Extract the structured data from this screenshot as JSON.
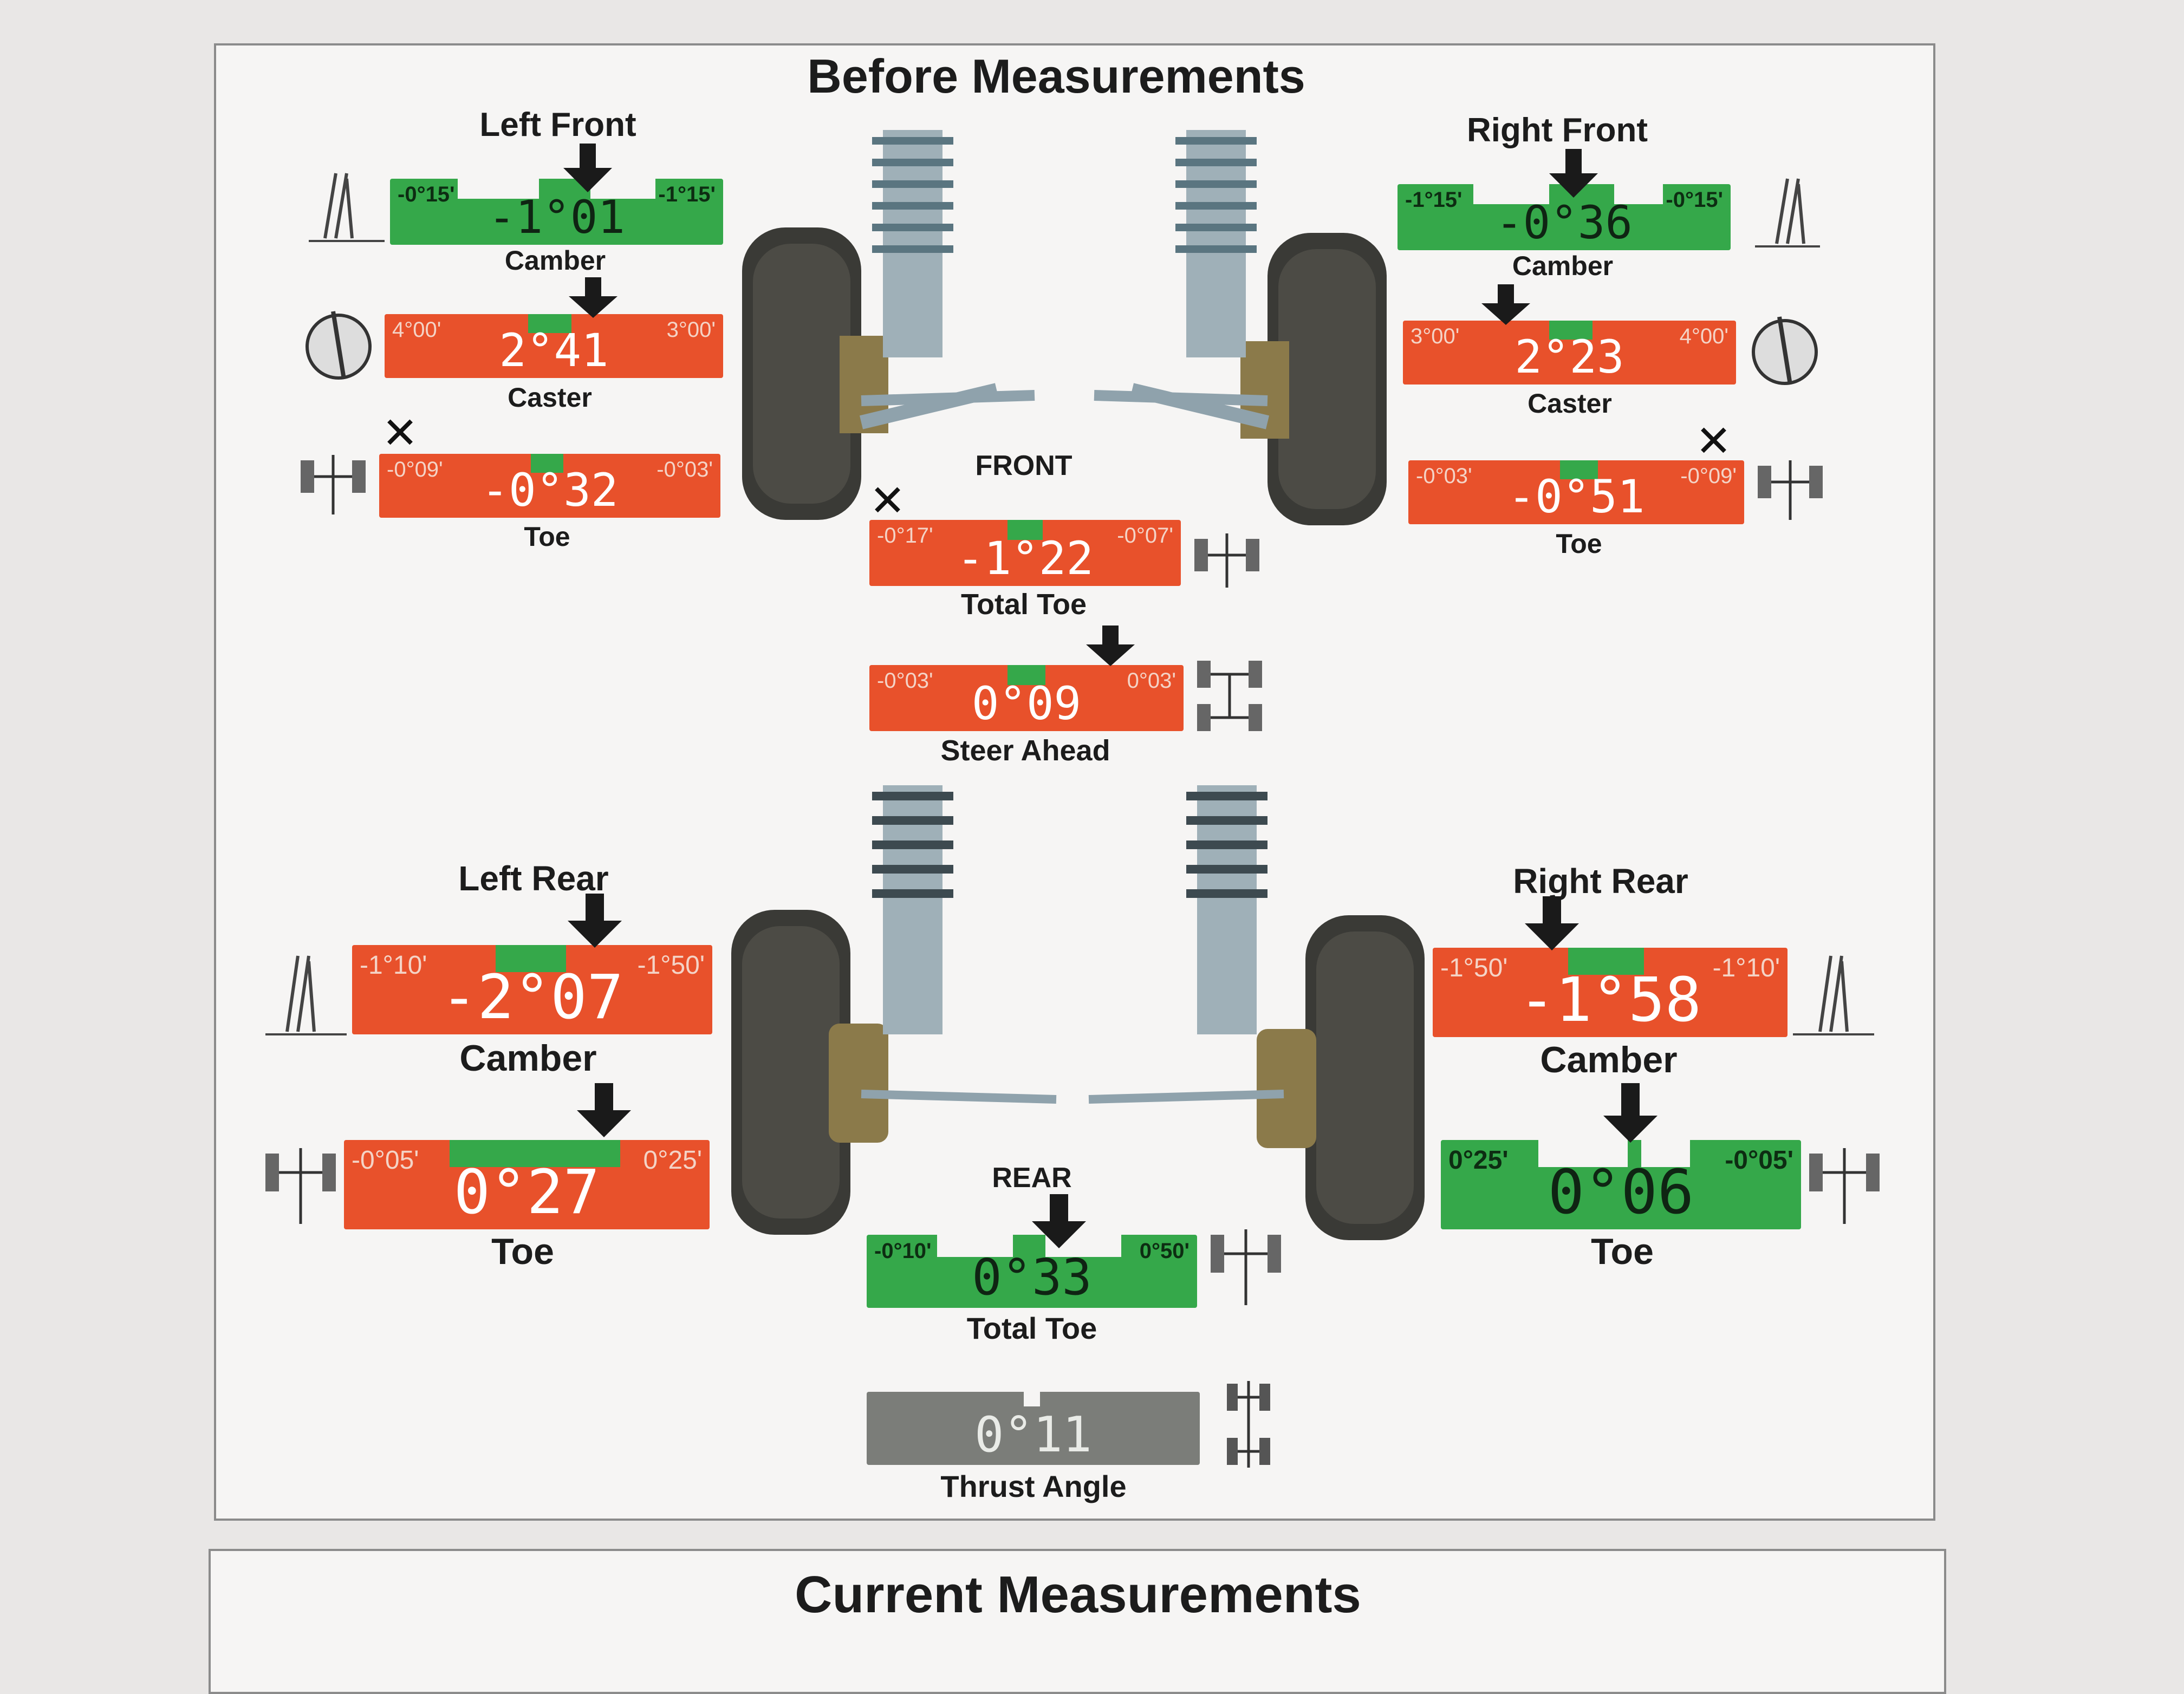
{
  "before": {
    "title": "Before Measurements",
    "left_front": "Left Front",
    "right_front": "Right Front",
    "left_rear": "Left Rear",
    "right_rear": "Right Rear",
    "front": "FRONT",
    "rear": "REAR"
  },
  "current": {
    "title": "Current Measurements"
  },
  "gauges": {
    "lf_camber": {
      "label": "Camber",
      "value": "-1°01",
      "min": "-0°15'",
      "max": "-1°15'",
      "status": "green"
    },
    "lf_caster": {
      "label": "Caster",
      "value": "2°41",
      "min": "4°00'",
      "max": "3°00'",
      "status": "red"
    },
    "lf_toe": {
      "label": "Toe",
      "value": "-0°32",
      "min": "-0°09'",
      "max": "-0°03'",
      "status": "red"
    },
    "rf_camber": {
      "label": "Camber",
      "value": "-0°36",
      "min": "-1°15'",
      "max": "-0°15'",
      "status": "green"
    },
    "rf_caster": {
      "label": "Caster",
      "value": "2°23",
      "min": "3°00'",
      "max": "4°00'",
      "status": "red"
    },
    "rf_toe": {
      "label": "Toe",
      "value": "-0°51",
      "min": "-0°03'",
      "max": "-0°09'",
      "status": "red"
    },
    "front_total_toe": {
      "label": "Total Toe",
      "value": "-1°22",
      "min": "-0°17'",
      "max": "-0°07'",
      "status": "red"
    },
    "steer_ahead": {
      "label": "Steer Ahead",
      "value": "0°09",
      "min": "-0°03'",
      "max": "0°03'",
      "status": "red"
    },
    "lr_camber": {
      "label": "Camber",
      "value": "-2°07",
      "min": "-1°10'",
      "max": "-1°50'",
      "status": "red"
    },
    "lr_toe": {
      "label": "Toe",
      "value": "0°27",
      "min": "-0°05'",
      "max": "0°25'",
      "status": "red"
    },
    "rr_camber": {
      "label": "Camber",
      "value": "-1°58",
      "min": "-1°50'",
      "max": "-1°10'",
      "status": "red"
    },
    "rr_toe": {
      "label": "Toe",
      "value": "0°06",
      "min": "0°25'",
      "max": "-0°05'",
      "status": "green"
    },
    "rear_total_toe": {
      "label": "Total Toe",
      "value": "0°33",
      "min": "-0°10'",
      "max": "0°50'",
      "status": "green"
    },
    "thrust_angle": {
      "label": "Thrust Angle",
      "value": "0°11",
      "min": "",
      "max": "",
      "status": "gray"
    }
  },
  "colors": {
    "out_of_spec": "#e8512b",
    "in_spec": "#35a84a",
    "neutral": "#7b7d79"
  }
}
